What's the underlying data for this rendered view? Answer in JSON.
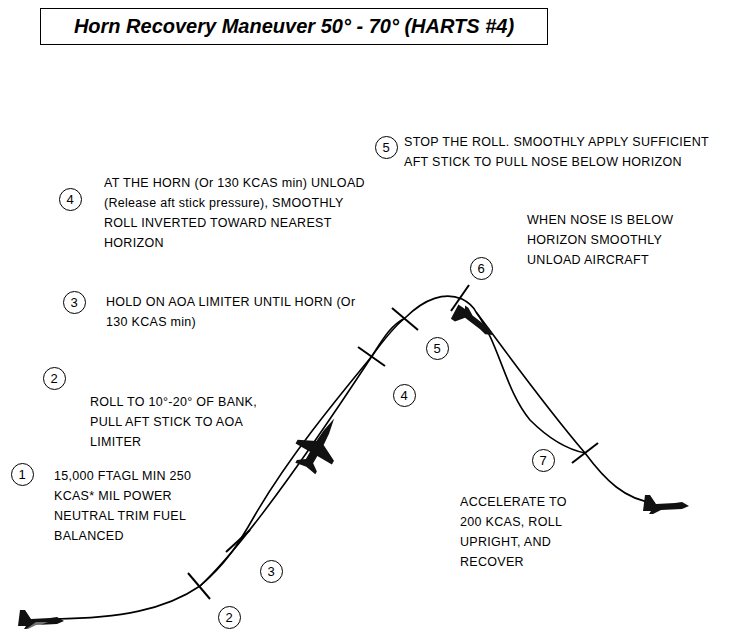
{
  "diagram": {
    "title": "Horn Recovery Maneuver 50° - 70° (HARTS #4)",
    "nodes": [
      {
        "text": [
          "5"
        ]
      },
      {
        "text": [
          "4"
        ]
      },
      {
        "text": [
          "6"
        ]
      },
      {
        "text": [
          "3"
        ]
      },
      {
        "text": [
          "5"
        ]
      },
      {
        "text": [
          "2"
        ]
      },
      {
        "text": [
          "4"
        ]
      },
      {
        "text": [
          "7"
        ]
      },
      {
        "text": [
          "1"
        ]
      },
      {
        "text": [
          "3"
        ]
      },
      {
        "text": [
          "2"
        ]
      }
    ],
    "labels": [
      "STOP THE ROLL. SMOOTHLY APPLY SUFFICIENT AFT STICK TO PULL NOSE BELOW HORIZON",
      "AT THE HORN (Or 130 KCAS min) UNLOAD (Release aft stick pressure), SMOOTHLY ROLL INVERTED TOWARD NEAREST HORIZON",
      "WHEN NOSE IS BELOW HORIZON SMOOTHLY UNLOAD AIRCRAFT",
      "HOLD ON AOA LIMITER UNTIL HORN (Or 130 KCAS min)",
      "ROLL TO 10°-20° OF BANK, PULL AFT STICK TO AOA LIMITER",
      "ACCELERATE TO 200 KCAS, ROLL UPRIGHT, AND RECOVER",
      "15,000 FTAGL MIN 250 KCAS* MIL POWER NEUTRAL TRIM FUEL BALANCED"
    ]
  }
}
